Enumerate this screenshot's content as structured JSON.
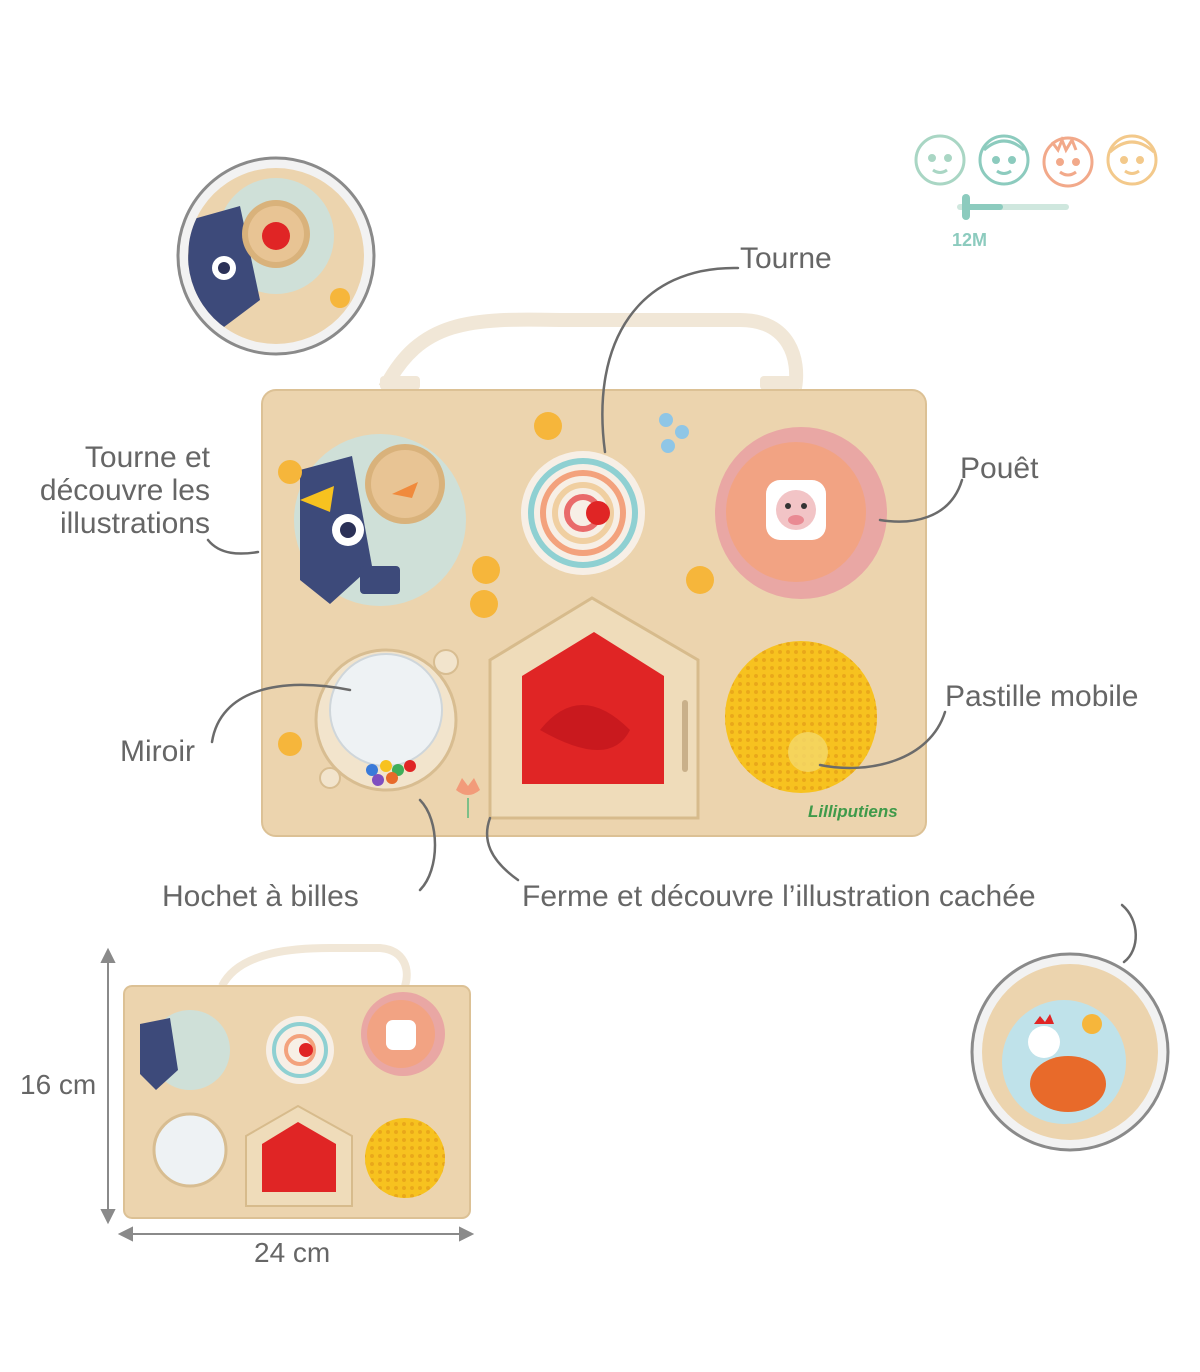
{
  "labels": {
    "tourne": "Tourne",
    "tourne_decouvre_1": "Tourne et",
    "tourne_decouvre_2": "découvre les",
    "tourne_decouvre_3": "illustrations",
    "pouet": "Pouêt",
    "miroir": "Miroir",
    "pastille": "Pastille mobile",
    "hochet": "Hochet à billes",
    "ferme": "Ferme et découvre l’illustration cachée"
  },
  "age_badge": {
    "text": "12M"
  },
  "dimensions": {
    "height": "16 cm",
    "width": "24 cm"
  },
  "brand": {
    "name": "Lilliputiens"
  },
  "colors": {
    "wood": "#ecd4ae",
    "wood_edge": "#d9bc8e",
    "callout": "#6b6b6b",
    "face_green": "#a9d6c4",
    "face_teal": "#8ccbbe",
    "face_orange": "#f2a98a",
    "face_yellow": "#f3c98b",
    "red": "#e02525",
    "yellow": "#f7c21f",
    "pink": "#e9a7a4"
  }
}
